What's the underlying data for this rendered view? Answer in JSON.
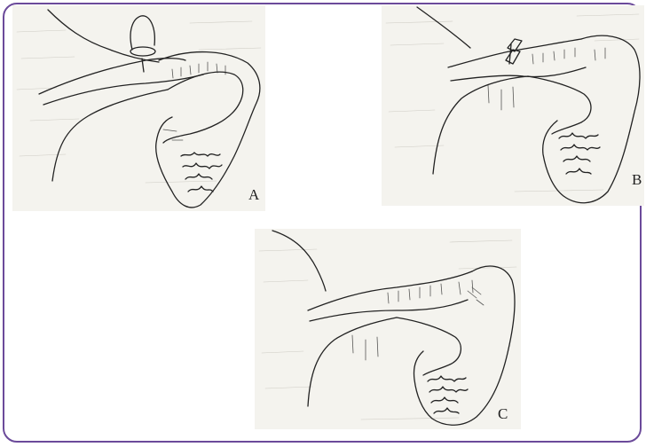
{
  "panels": [
    {
      "id": "a",
      "label": "A"
    },
    {
      "id": "b",
      "label": "B"
    },
    {
      "id": "c",
      "label": "C"
    }
  ],
  "colors": {
    "frame_border": "#6b4a9a",
    "panel_background": "#f4f3ee",
    "ink": "#222222"
  },
  "icons": {
    "panel_a": "anatomy-sketch-with-ligature-loop",
    "panel_b": "anatomy-sketch-with-clip",
    "panel_c": "anatomy-sketch-intact"
  }
}
